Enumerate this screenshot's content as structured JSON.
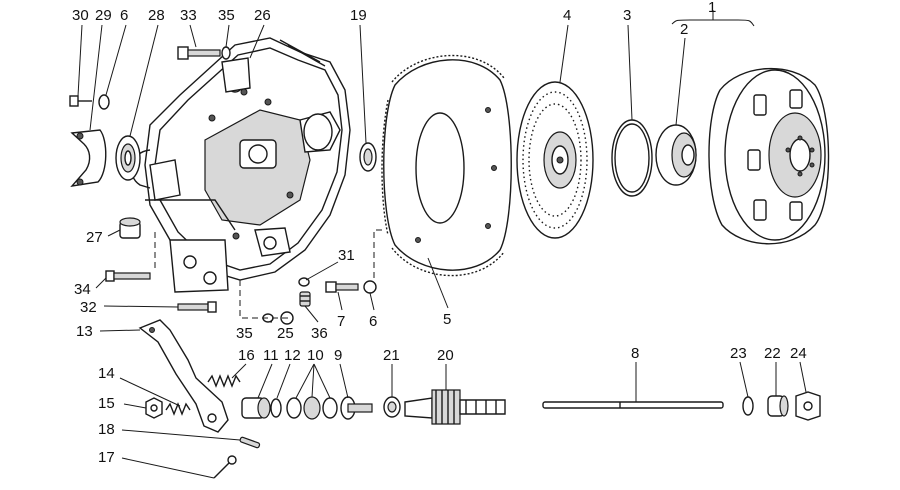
{
  "callouts": [
    {
      "id": "c30",
      "text": "30"
    },
    {
      "id": "c29",
      "text": "29"
    },
    {
      "id": "c6a",
      "text": "6"
    },
    {
      "id": "c28",
      "text": "28"
    },
    {
      "id": "c33",
      "text": "33"
    },
    {
      "id": "c35a",
      "text": "35"
    },
    {
      "id": "c26",
      "text": "26"
    },
    {
      "id": "c19",
      "text": "19"
    },
    {
      "id": "c4",
      "text": "4"
    },
    {
      "id": "c3",
      "text": "3"
    },
    {
      "id": "c1",
      "text": "1"
    },
    {
      "id": "c2",
      "text": "2"
    },
    {
      "id": "c27",
      "text": "27"
    },
    {
      "id": "c31",
      "text": "31"
    },
    {
      "id": "c34",
      "text": "34"
    },
    {
      "id": "c32",
      "text": "32"
    },
    {
      "id": "c7",
      "text": "7"
    },
    {
      "id": "c6b",
      "text": "6"
    },
    {
      "id": "c5",
      "text": "5"
    },
    {
      "id": "c13",
      "text": "13"
    },
    {
      "id": "c35b",
      "text": "35"
    },
    {
      "id": "c25",
      "text": "25"
    },
    {
      "id": "c36",
      "text": "36"
    },
    {
      "id": "c16",
      "text": "16"
    },
    {
      "id": "c11",
      "text": "11"
    },
    {
      "id": "c12",
      "text": "12"
    },
    {
      "id": "c10",
      "text": "10"
    },
    {
      "id": "c9",
      "text": "9"
    },
    {
      "id": "c21",
      "text": "21"
    },
    {
      "id": "c20",
      "text": "20"
    },
    {
      "id": "c8",
      "text": "8"
    },
    {
      "id": "c23",
      "text": "23"
    },
    {
      "id": "c22",
      "text": "22"
    },
    {
      "id": "c24",
      "text": "24"
    },
    {
      "id": "c14",
      "text": "14"
    },
    {
      "id": "c15",
      "text": "15"
    },
    {
      "id": "c18",
      "text": "18"
    },
    {
      "id": "c17",
      "text": "17"
    }
  ]
}
